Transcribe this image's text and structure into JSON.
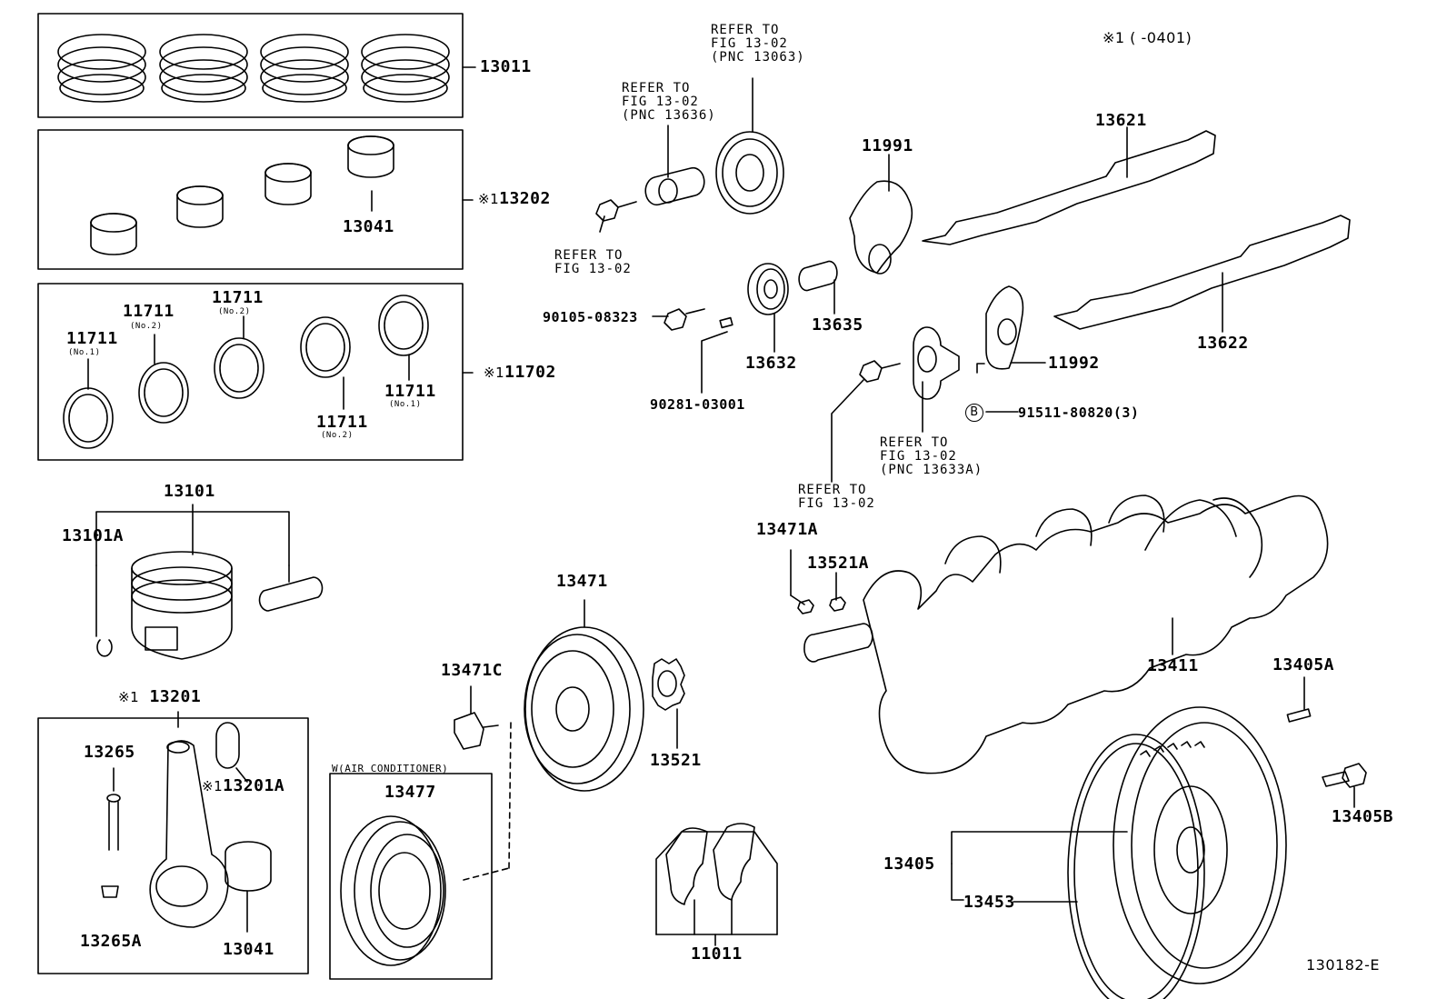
{
  "labels": {
    "p13011": "13011",
    "p13202": "13202",
    "p13041a": "13041",
    "p11702": "11702",
    "p11711_no1_left": "11711",
    "p11711_no2_a": "11711",
    "p11711_no2_b": "11711",
    "p11711_no2_c": "11711",
    "p11711_no1_right": "11711",
    "p13101": "13101",
    "p13101A": "13101A",
    "p13201": "13201",
    "p13265": "13265",
    "p13201A": "13201A",
    "p13265A": "13265A",
    "p13041b": "13041",
    "p13471": "13471",
    "p13471C": "13471C",
    "p13477": "13477",
    "p13521": "13521",
    "p11011": "11011",
    "p90105": "90105-08323",
    "p90281": "90281-03001",
    "p13632": "13632",
    "p13635": "13635",
    "p11991": "11991",
    "p13621": "13621",
    "p13622": "13622",
    "p11992": "11992",
    "p91511": "91511-80820(3)",
    "p13471A": "13471A",
    "p13521A": "13521A",
    "p13411": "13411",
    "p13405A": "13405A",
    "p13405B": "13405B",
    "p13405": "13405",
    "p13453": "13453"
  },
  "sublabels": {
    "no1": "(No.1)",
    "no2": "(No.2)"
  },
  "markers": {
    "note": "※1",
    "b": "B"
  },
  "refs": {
    "r13063": "REFER TO\nFIG 13-02\n(PNC 13063)",
    "r13636": "REFER TO\nFIG 13-02\n(PNC 13636)",
    "rbolt": "REFER TO\nFIG 13-02",
    "r13633A": "REFER TO\nFIG 13-02\n(PNC 13633A)",
    "rbolt2": "REFER TO\nFIG 13-02"
  },
  "notes": {
    "header_note": "※1 (      -0401)",
    "ac_box": "W(AIR CONDITIONER)",
    "figure_id": "130182-E"
  }
}
